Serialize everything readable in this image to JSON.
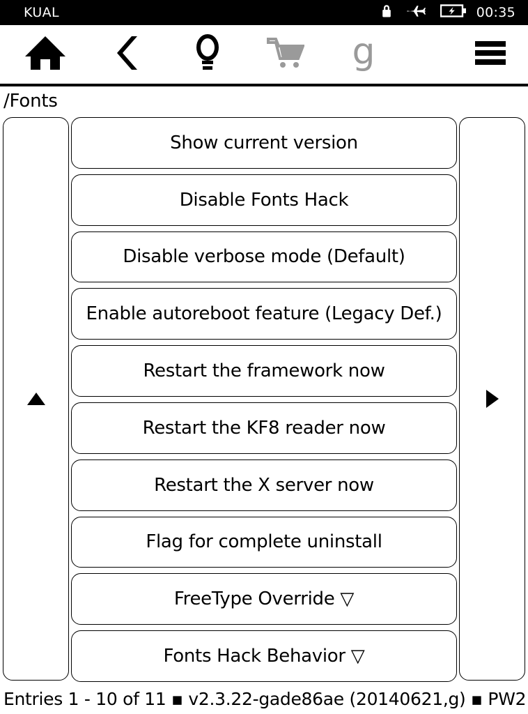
{
  "statusbar": {
    "title": "KUAL",
    "clock": "00:35",
    "icons": [
      "lock-icon",
      "airplane-mode-icon",
      "battery-charging-icon"
    ]
  },
  "toolbar": {
    "items": [
      {
        "name": "home-icon",
        "state": "enabled"
      },
      {
        "name": "back-icon",
        "state": "enabled"
      },
      {
        "name": "light-bulb-icon",
        "state": "enabled"
      },
      {
        "name": "cart-icon",
        "state": "disabled"
      },
      {
        "name": "goodreads-icon",
        "state": "disabled",
        "glyph": "g"
      },
      {
        "name": "menu-icon",
        "state": "enabled"
      }
    ],
    "colors": {
      "enabled": "#000000",
      "disabled": "#9a9a9a"
    }
  },
  "breadcrumb": {
    "path": "/Fonts"
  },
  "nav": {
    "left_arrow": "▲",
    "right_arrow": "▶"
  },
  "menu": {
    "items": [
      {
        "label": "Show current version"
      },
      {
        "label": "Disable Fonts Hack"
      },
      {
        "label": "Disable verbose mode (Default)"
      },
      {
        "label": "Enable autoreboot feature (Legacy Def.)"
      },
      {
        "label": "Restart the framework now"
      },
      {
        "label": "Restart the KF8 reader now"
      },
      {
        "label": "Restart the X server now"
      },
      {
        "label": "Flag for complete uninstall"
      },
      {
        "label": "FreeType Override ▽"
      },
      {
        "label": "Fonts Hack Behavior ▽"
      }
    ]
  },
  "footer": {
    "text": "Entries 1 - 10 of 11 ▪ v2.3.22-gade86ae (20140621,g) ▪ PW2",
    "entries_from": 1,
    "entries_to": 10,
    "entries_total": 11,
    "version": "v2.3.22-gade86ae",
    "build_date": "20140621,g",
    "device": "PW2"
  }
}
